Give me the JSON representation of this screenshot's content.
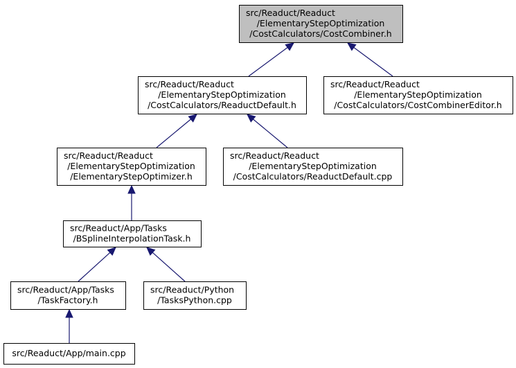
{
  "colors": {
    "focus_node_fill": "#bfbfbf",
    "node_fill": "#ffffff",
    "node_border": "#000000",
    "edge": "#191970"
  },
  "nodes": [
    {
      "id": "cost-combiner-h",
      "lines": [
        "src/Readuct/Readuct",
        "/ElementaryStepOptimization",
        "/CostCalculators/CostCombiner.h"
      ],
      "focus": true
    },
    {
      "id": "readuct-default-h",
      "lines": [
        "src/Readuct/Readuct",
        "/ElementaryStepOptimization",
        "/CostCalculators/ReaductDefault.h"
      ],
      "focus": false
    },
    {
      "id": "cost-combiner-editor-h",
      "lines": [
        "src/Readuct/Readuct",
        "/ElementaryStepOptimization",
        "/CostCalculators/CostCombinerEditor.h"
      ],
      "focus": false
    },
    {
      "id": "elementary-step-optimizer-h",
      "lines": [
        "src/Readuct/Readuct",
        "/ElementaryStepOptimization",
        "/ElementaryStepOptimizer.h"
      ],
      "focus": false
    },
    {
      "id": "readuct-default-cpp",
      "lines": [
        "src/Readuct/Readuct",
        "/ElementaryStepOptimization",
        "/CostCalculators/ReaductDefault.cpp"
      ],
      "focus": false
    },
    {
      "id": "bspline-interpolation-task-h",
      "lines": [
        "src/Readuct/App/Tasks",
        "/BSplineInterpolationTask.h"
      ],
      "focus": false
    },
    {
      "id": "task-factory-h",
      "lines": [
        "src/Readuct/App/Tasks",
        "/TaskFactory.h"
      ],
      "focus": false
    },
    {
      "id": "tasks-python-cpp",
      "lines": [
        "src/Readuct/Python",
        "/TasksPython.cpp"
      ],
      "focus": false
    },
    {
      "id": "main-cpp",
      "lines": [
        "src/Readuct/App/main.cpp"
      ],
      "focus": false
    }
  ],
  "edges": [
    {
      "from": "readuct-default-h",
      "to": "cost-combiner-h"
    },
    {
      "from": "cost-combiner-editor-h",
      "to": "cost-combiner-h"
    },
    {
      "from": "elementary-step-optimizer-h",
      "to": "readuct-default-h"
    },
    {
      "from": "readuct-default-cpp",
      "to": "readuct-default-h"
    },
    {
      "from": "bspline-interpolation-task-h",
      "to": "elementary-step-optimizer-h"
    },
    {
      "from": "task-factory-h",
      "to": "bspline-interpolation-task-h"
    },
    {
      "from": "tasks-python-cpp",
      "to": "bspline-interpolation-task-h"
    },
    {
      "from": "main-cpp",
      "to": "task-factory-h"
    }
  ]
}
